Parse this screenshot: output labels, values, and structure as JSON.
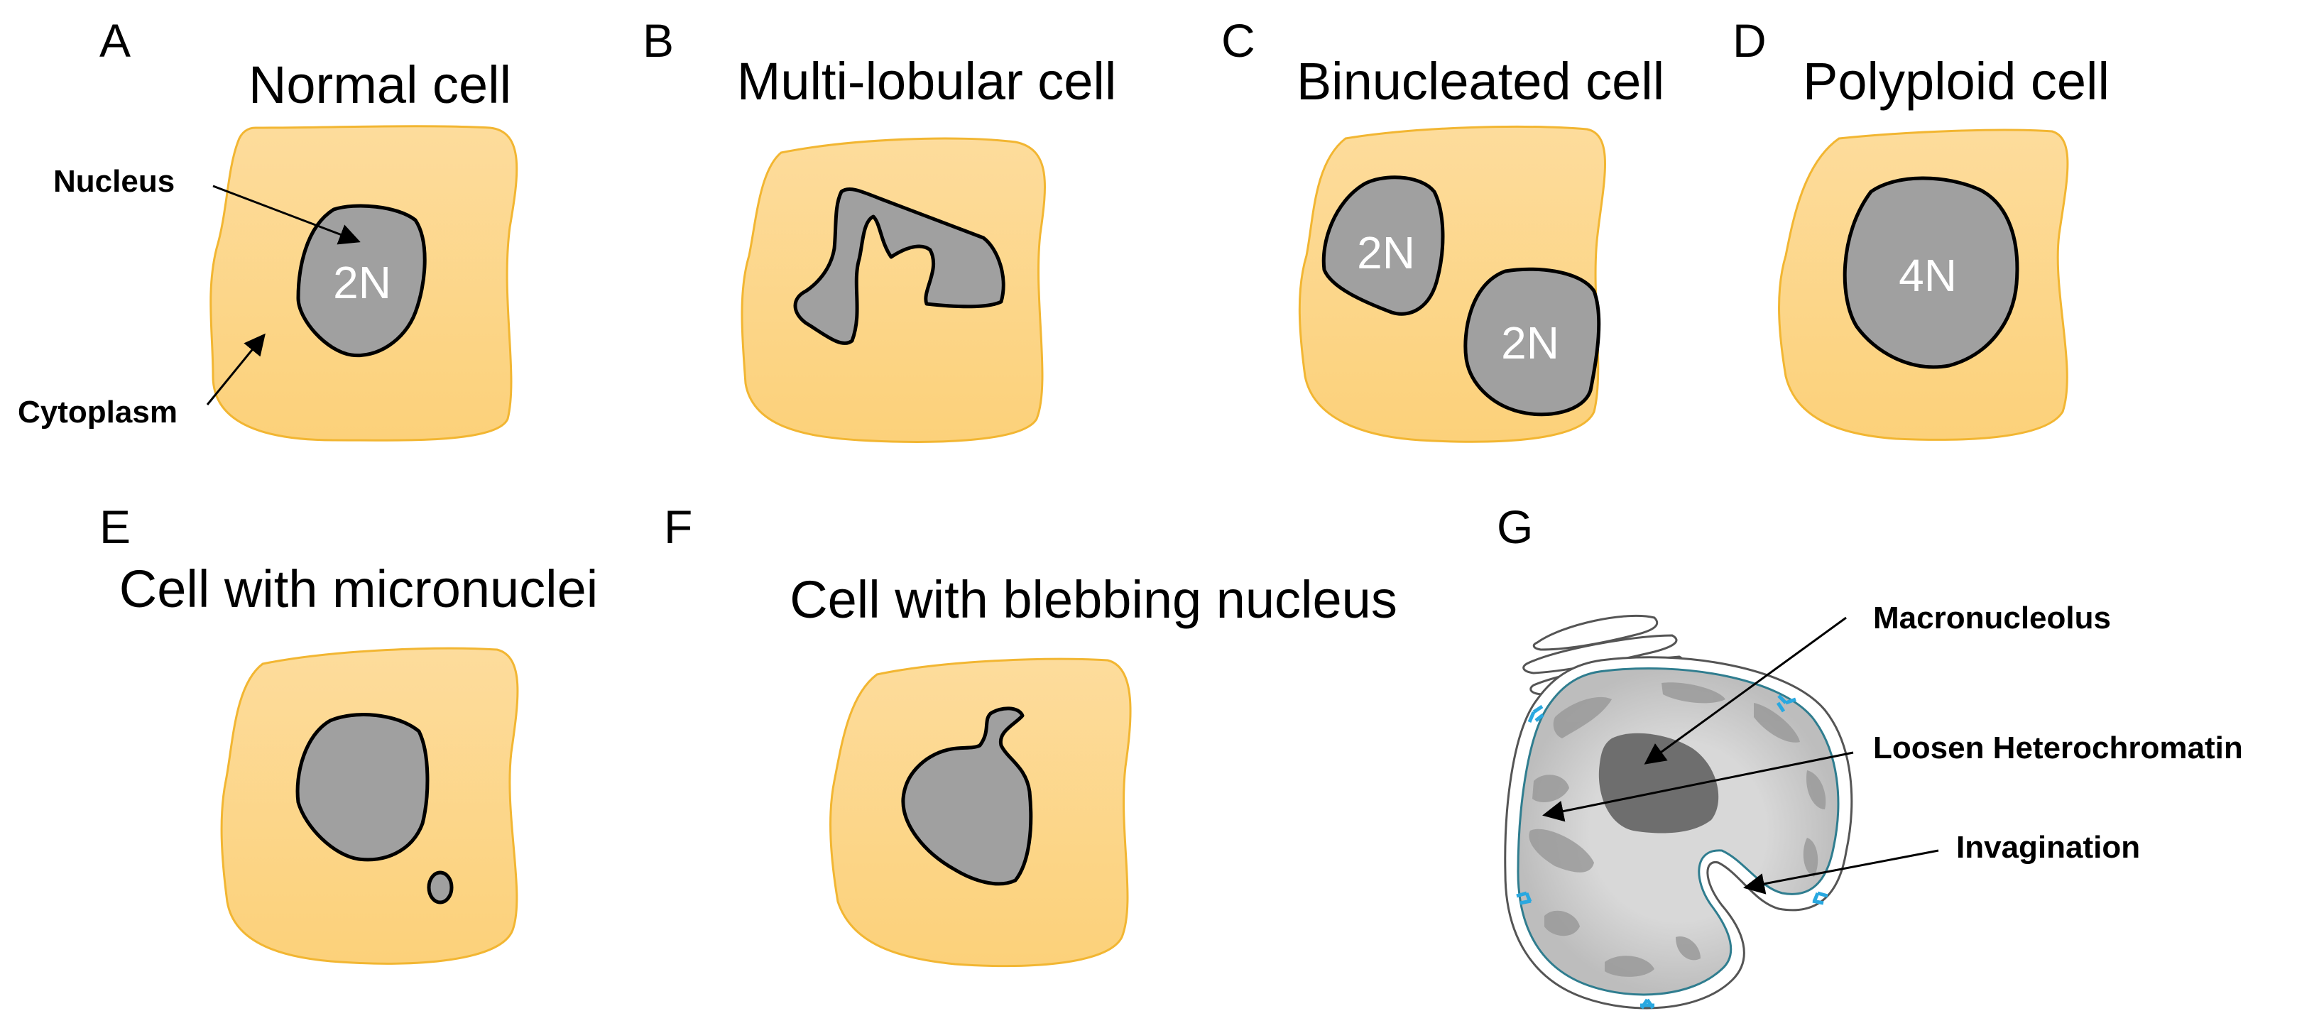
{
  "colors": {
    "cytoplasm_top": "#FDDC9C",
    "cytoplasm_bottom": "#FCD17A",
    "cytoplasm_edge": "#F2B632",
    "nucleus": "#A0A0A0",
    "macronucleolus": "#6E6E6E",
    "nuclear_interior": "#D8D8D8",
    "heterochromatin": "#9A9A9A",
    "pore_complex": "#29A8E0",
    "ploidy_text": "#FFFFFF"
  },
  "panels": {
    "A": {
      "letter": "A",
      "title": "Normal cell",
      "nucleus_label": "2N",
      "callout_nucleus": "Nucleus",
      "callout_cytoplasm": "Cytoplasm"
    },
    "B": {
      "letter": "B",
      "title": "Multi-lobular cell"
    },
    "C": {
      "letter": "C",
      "title": "Binucleated cell",
      "nucleus_label_1": "2N",
      "nucleus_label_2": "2N"
    },
    "D": {
      "letter": "D",
      "title": "Polyploid cell",
      "nucleus_label": "4N"
    },
    "E": {
      "letter": "E",
      "title": "Cell with micronuclei"
    },
    "F": {
      "letter": "F",
      "title": "Cell with blebbing nucleus"
    },
    "G": {
      "letter": "G",
      "callout_macronucleolus": "Macronucleolus",
      "callout_heterochromatin": "Loosen Heterochromatin",
      "callout_invagination": "Invagination"
    }
  }
}
